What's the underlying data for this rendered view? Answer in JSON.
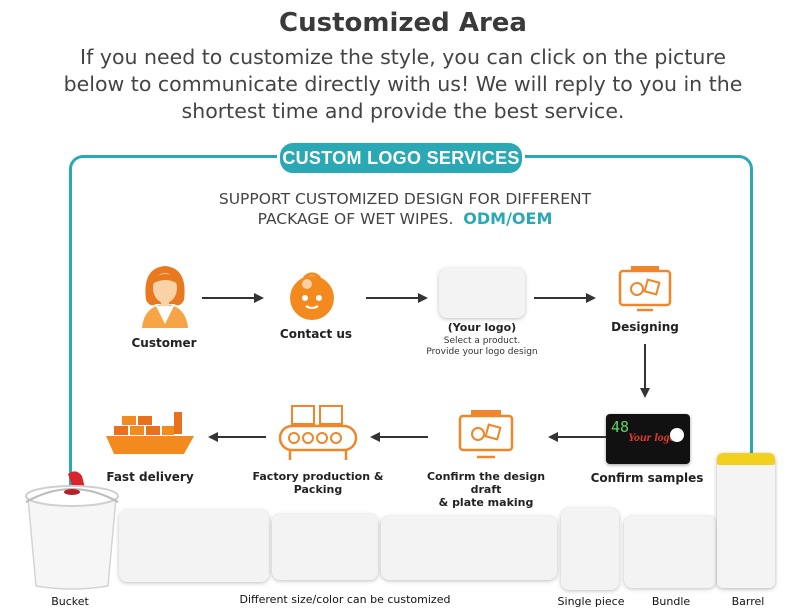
{
  "header": {
    "title": "Customized Area",
    "intro": "If you need to customize the style, you can click on the picture below to communicate directly with us! We will reply to you in the shortest time and provide the best service."
  },
  "services": {
    "badge": "CUSTOM LOGO SERVICES",
    "support_line1": "SUPPORT CUSTOMIZED DESIGN FOR DIFFERENT",
    "support_line2": "PACKAGE OF WET WIPES.",
    "odm": "ODM/OEM"
  },
  "steps": {
    "customer": "Customer",
    "contact": "Contact us",
    "your_logo": "(Your logo)",
    "select_product": "Select a product.",
    "provide_logo": "Provide your logo design",
    "designing": "Designing",
    "confirm_samples": "Confirm samples",
    "confirm_draft_1": "Confirm the design draft",
    "confirm_draft_2": "& plate making",
    "factory_1": "Factory production &",
    "factory_2": "Packing",
    "fast_delivery": "Fast delivery",
    "sample_number": "48",
    "sample_logo": "Your logo"
  },
  "products": {
    "bucket": "Bucket",
    "sizes": "Different size/color can be customized",
    "single": "Single piece",
    "bundle": "Bundle",
    "barrel": "Barrel"
  },
  "colors": {
    "accent": "#2aa9b5",
    "icon_orange": "#f0862a"
  }
}
